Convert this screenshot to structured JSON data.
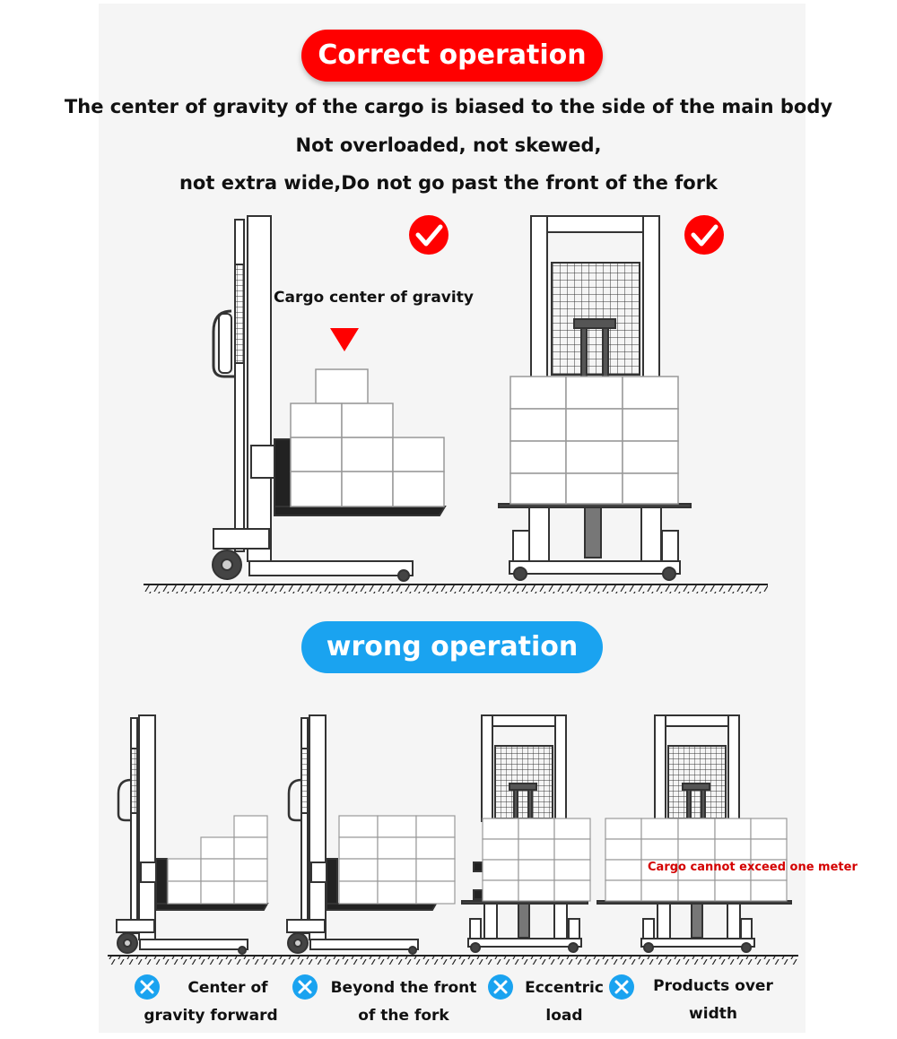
{
  "correct_label": "Correct operation",
  "wrong_label": "wrong operation",
  "headings": [
    "The center of gravity of the cargo is biased to the side of the main body",
    "Not overloaded, not skewed,",
    "not extra wide,Do not go past the front of the fork"
  ],
  "cog_label": "Cargo center of gravity",
  "width_warning": "Cargo cannot exceed one meter",
  "captions": [
    {
      "line1": "Center of",
      "line2": "gravity forward"
    },
    {
      "line1": "Beyond the front",
      "line2": "of the fork"
    },
    {
      "line1": "Eccentric",
      "line2": "load"
    },
    {
      "line1": "Products over",
      "line2": "width"
    }
  ],
  "colors": {
    "correct": "#ff0000",
    "wrong": "#1aa3f0",
    "warning_text": "#d40000"
  },
  "icons": [
    "check-icon",
    "check-icon",
    "cross-icon",
    "cross-icon",
    "cross-icon",
    "cross-icon",
    "down-triangle-icon"
  ]
}
